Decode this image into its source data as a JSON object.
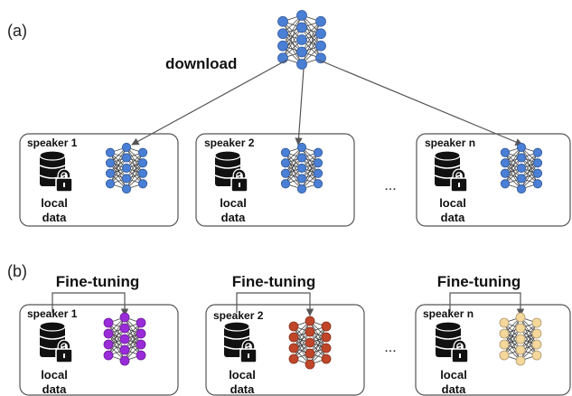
{
  "panel_a": {
    "label": "(a)",
    "download_label": "download",
    "server_color": "#4a7fd6",
    "speakers": [
      {
        "name": "speaker 1",
        "data_label": [
          "local",
          "data"
        ],
        "model_color": "#4a7fd6"
      },
      {
        "name": "speaker 2",
        "data_label": [
          "local",
          "data"
        ],
        "model_color": "#4a7fd6"
      },
      {
        "name": "speaker n",
        "data_label": [
          "local",
          "data"
        ],
        "model_color": "#4a7fd6"
      }
    ],
    "ellipsis": "..."
  },
  "panel_b": {
    "label": "(b)",
    "finetune_label": "Fine-tuning",
    "speakers": [
      {
        "name": "speaker 1",
        "data_label": [
          "local",
          "data"
        ],
        "model_color": "#9a2bd9"
      },
      {
        "name": "speaker 2",
        "data_label": [
          "local",
          "data"
        ],
        "model_color": "#c0462a"
      },
      {
        "name": "speaker n",
        "data_label": [
          "local",
          "data"
        ],
        "model_color": "#f5d79b"
      }
    ],
    "ellipsis": "..."
  },
  "colors": {
    "box_stroke": "#555555",
    "arrow": "#555555",
    "icon": "#111111"
  }
}
